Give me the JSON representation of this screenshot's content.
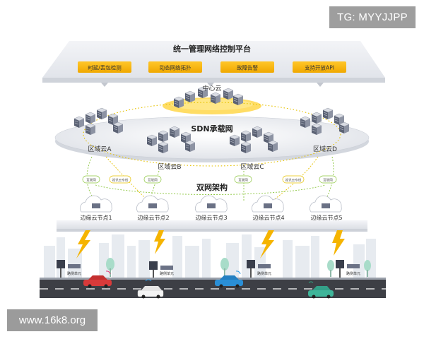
{
  "watermarks": {
    "top_right": "TG: MYYJJPP",
    "bottom_left": "www.16k8.org"
  },
  "platform": {
    "title": "统一管理网络控制平台",
    "buttons": [
      "时延/丢包检测",
      "动态网络拓扑",
      "故障告警",
      "支持开放API"
    ]
  },
  "sdn": {
    "center_cloud": "中心云",
    "title": "SDN承载网",
    "regions": [
      "区域云A",
      "区域云B",
      "区域云C",
      "区域云D"
    ]
  },
  "dual_network": {
    "title": "双网架构",
    "link_labels": [
      "互联网",
      "视讯云专线",
      "互联网",
      "互联网",
      "视讯云专线",
      "互联网"
    ]
  },
  "edge_nodes": [
    "边缘云节点1",
    "边缘云节点2",
    "边缘云节点3",
    "边缘云节点4",
    "边缘云节点5"
  ],
  "roadside_units": [
    "路侧单元",
    "路侧单元",
    "路侧单元",
    "路侧单元"
  ],
  "colors": {
    "accent_yellow": "#f5b400",
    "platform_bg": "#eef0f4",
    "road": "#3d3f45",
    "dashed_green": "#8cc63f",
    "dashed_yellow": "#e6c200"
  }
}
